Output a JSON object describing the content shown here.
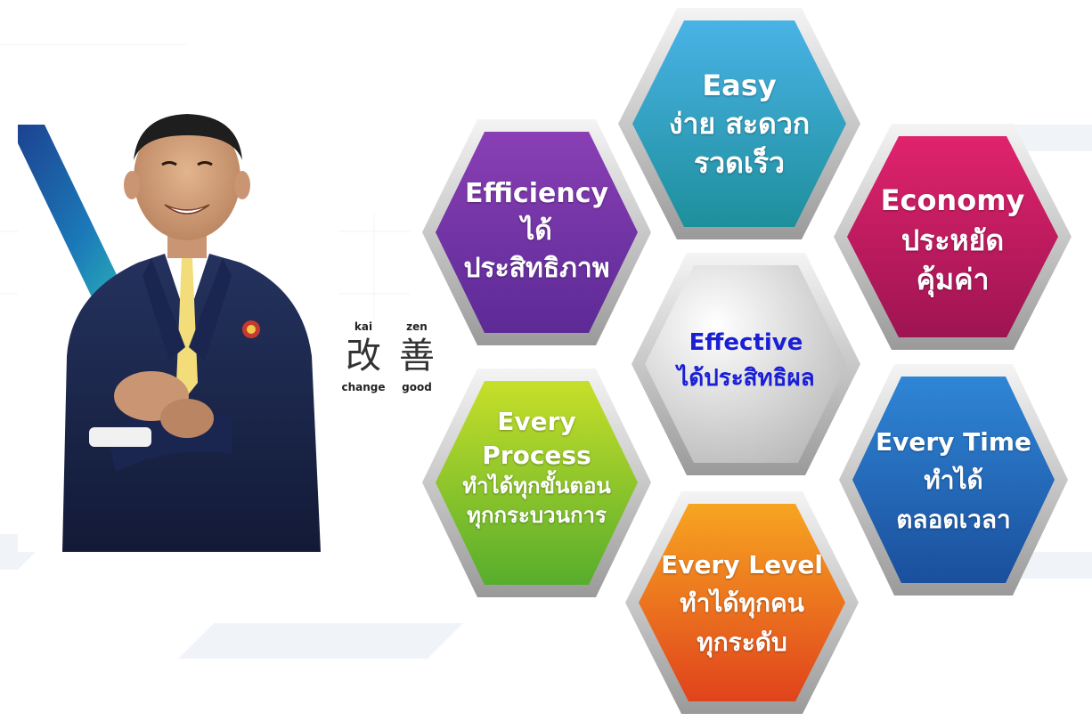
{
  "kaizen": {
    "romaji": [
      "kai",
      "zen"
    ],
    "kanji": [
      "改",
      "善"
    ],
    "meanings": [
      "change",
      "good"
    ]
  },
  "hexagons": [
    {
      "id": "easy",
      "lines": [
        "Easy",
        "ง่าย สะดวก",
        "รวดเร็ว"
      ],
      "color_top": "#49b3e6",
      "color_bottom": "#1e8f9c"
    },
    {
      "id": "efficiency",
      "lines": [
        "Efficiency",
        "ได้",
        "ประสิทธิภาพ"
      ],
      "color_top": "#8a3fb5",
      "color_bottom": "#5c2a96"
    },
    {
      "id": "economy",
      "lines": [
        "Economy",
        "ประหยัด",
        "คุ้มค่า"
      ],
      "color_top": "#e0236c",
      "color_bottom": "#9e1452"
    },
    {
      "id": "effective",
      "lines": [
        "Effective",
        "ได้ประสิทธิผล"
      ],
      "color_top": "#f5f5f5",
      "color_bottom": "#b9b9b9",
      "text_color": "#1a1fd6"
    },
    {
      "id": "every-process",
      "lines": [
        "Every",
        "Process",
        "ทำได้ทุกขั้นตอน",
        "ทุกกระบวนการ"
      ],
      "color_top": "#c7df2a",
      "color_bottom": "#57ad2c"
    },
    {
      "id": "every-time",
      "lines": [
        "Every Time",
        "ทำได้",
        "ตลอดเวลา"
      ],
      "color_top": "#2f86d6",
      "color_bottom": "#1a4f9c"
    },
    {
      "id": "every-level",
      "lines": [
        "Every Level",
        "ทำได้ทุกคน",
        "ทุกระดับ"
      ],
      "color_top": "#f7a521",
      "color_bottom": "#e0431c"
    }
  ]
}
